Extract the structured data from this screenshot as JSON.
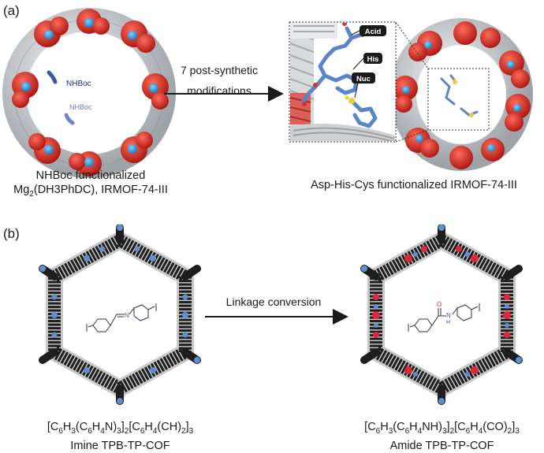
{
  "panel_a": {
    "label": "(a)",
    "left_struct_labels": [
      "NHBoc",
      "NHBoc"
    ],
    "arrow_label_lines": [
      "7 post-synthetic",
      "modifications"
    ],
    "inset_tags": [
      "Acid",
      "His",
      "Nuc"
    ],
    "left_caption": {
      "line1": "NHBoc functionalized",
      "line2_pre": "Mg",
      "line2_sub": "2",
      "line2_post": "(DH3PhDC), IRMOF-74-III"
    },
    "right_caption": "Asp-His-Cys functionalized IRMOF-74-III"
  },
  "panel_b": {
    "label": "(b)",
    "arrow_label": "Linkage conversion",
    "left_caption": {
      "formula_parts": [
        "[C",
        "6",
        "H",
        "3",
        "(C",
        "6",
        "H",
        "4",
        "N)",
        "3",
        "]",
        "2",
        "[C",
        "6",
        "H",
        "4",
        "(CH)",
        "2",
        "]",
        "3"
      ],
      "name": "Imine TPB-TP-COF"
    },
    "right_caption": {
      "formula_parts": [
        "[C",
        "6",
        "H",
        "3",
        "(C",
        "6",
        "H",
        "4",
        "NH)",
        "3",
        "]",
        "2",
        "[C",
        "6",
        "H",
        "4",
        "(CO)",
        "2",
        "]",
        "3"
      ],
      "name": "Amide TPB-TP-COF"
    },
    "amide_labels": {
      "O": "O",
      "H": "H",
      "N": "N"
    },
    "imine_label": {
      "N": "N"
    }
  },
  "colors": {
    "oxygen": "#d62a22",
    "nitrogen": "#3a8fd6",
    "carbon_gray": "#c9ccd0",
    "cof_black": "#1e1e1e",
    "cof_blue": "#5e8fd0",
    "stick_blue": "#5a86c8",
    "stick_yellow": "#e3d23a"
  }
}
